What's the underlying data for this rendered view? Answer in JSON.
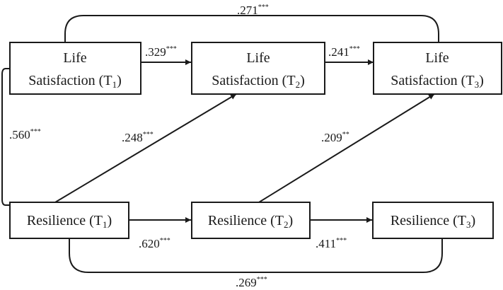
{
  "nodes": {
    "ls1": {
      "lines": [
        "Life",
        "Satisfaction (T",
        "1",
        ")"
      ]
    },
    "ls2": {
      "lines": [
        "Life",
        "Satisfaction (T",
        "2",
        ")"
      ]
    },
    "ls3": {
      "lines": [
        "Life",
        "Satisfaction (T",
        "3",
        ")"
      ]
    },
    "r1": {
      "lines": [
        "Resilience (T",
        "1",
        ")"
      ]
    },
    "r2": {
      "lines": [
        "Resilience (T",
        "2",
        ")"
      ]
    },
    "r3": {
      "lines": [
        "Resilience (T",
        "3",
        ")"
      ]
    }
  },
  "edges": {
    "ls1_ls3": {
      "coef": ".271",
      "sig": "***"
    },
    "ls1_ls2": {
      "coef": ".329",
      "sig": "***"
    },
    "ls2_ls3": {
      "coef": ".241",
      "sig": "***"
    },
    "ls1_r1": {
      "coef": ".560",
      "sig": "***"
    },
    "r1_ls2": {
      "coef": ".248",
      "sig": "***"
    },
    "r2_ls3": {
      "coef": ".209",
      "sig": "**"
    },
    "r1_r2": {
      "coef": ".620",
      "sig": "***"
    },
    "r2_r3": {
      "coef": ".411",
      "sig": "***"
    },
    "r1_r3": {
      "coef": ".269",
      "sig": "***"
    }
  },
  "colors": {
    "stroke": "#1a1a1a",
    "background": "#ffffff"
  }
}
